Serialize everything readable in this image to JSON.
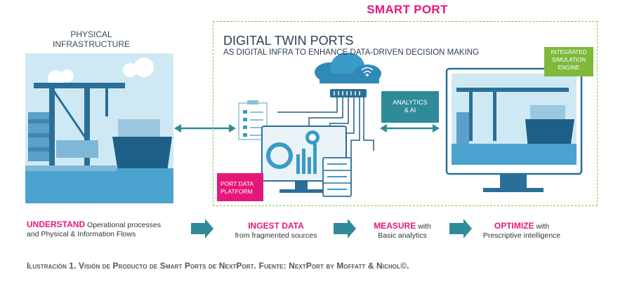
{
  "header": {
    "title": "SMART PORT"
  },
  "physical": {
    "title_line1": "PHYSICAL",
    "title_line2": "INFRASTRUCTURE"
  },
  "twin": {
    "title": "DIGITAL TWIN PORTS",
    "subtitle": "AS DIGITAL INFRA TO ENHANCE DATA-DRIVEN DECISION MAKING"
  },
  "labels": {
    "simulation_engine": [
      "INTEGRATED",
      "SIMULATION",
      "ENGINE"
    ],
    "analytics": [
      "ANALYTICS",
      "& AI"
    ],
    "port_data_platform": [
      "PORT DATA",
      "PLATFORM"
    ]
  },
  "steps": [
    {
      "bold": "UNDERSTAND",
      "text1": " Operational processes",
      "text2": "and Physical & Information Flows"
    },
    {
      "bold": "INGEST DATA",
      "text1": "",
      "text2": "from fragmented sources"
    },
    {
      "bold": "MEASURE",
      "text1": " with",
      "text2": "Basic analytics"
    },
    {
      "bold": "OPTIMIZE",
      "text1": " with",
      "text2": "Prescriptive intelligence"
    }
  ],
  "caption": "Ilustración 1. Visión de Producto de Smart Ports de NextPort. Fuente: NextPort by Moffatt & Nichol©.",
  "colors": {
    "magenta": "#e4187a",
    "green": "#7fb93c",
    "teal": "#2f8a99",
    "navy": "#2d3e50",
    "sky": "#cfe9f4"
  }
}
